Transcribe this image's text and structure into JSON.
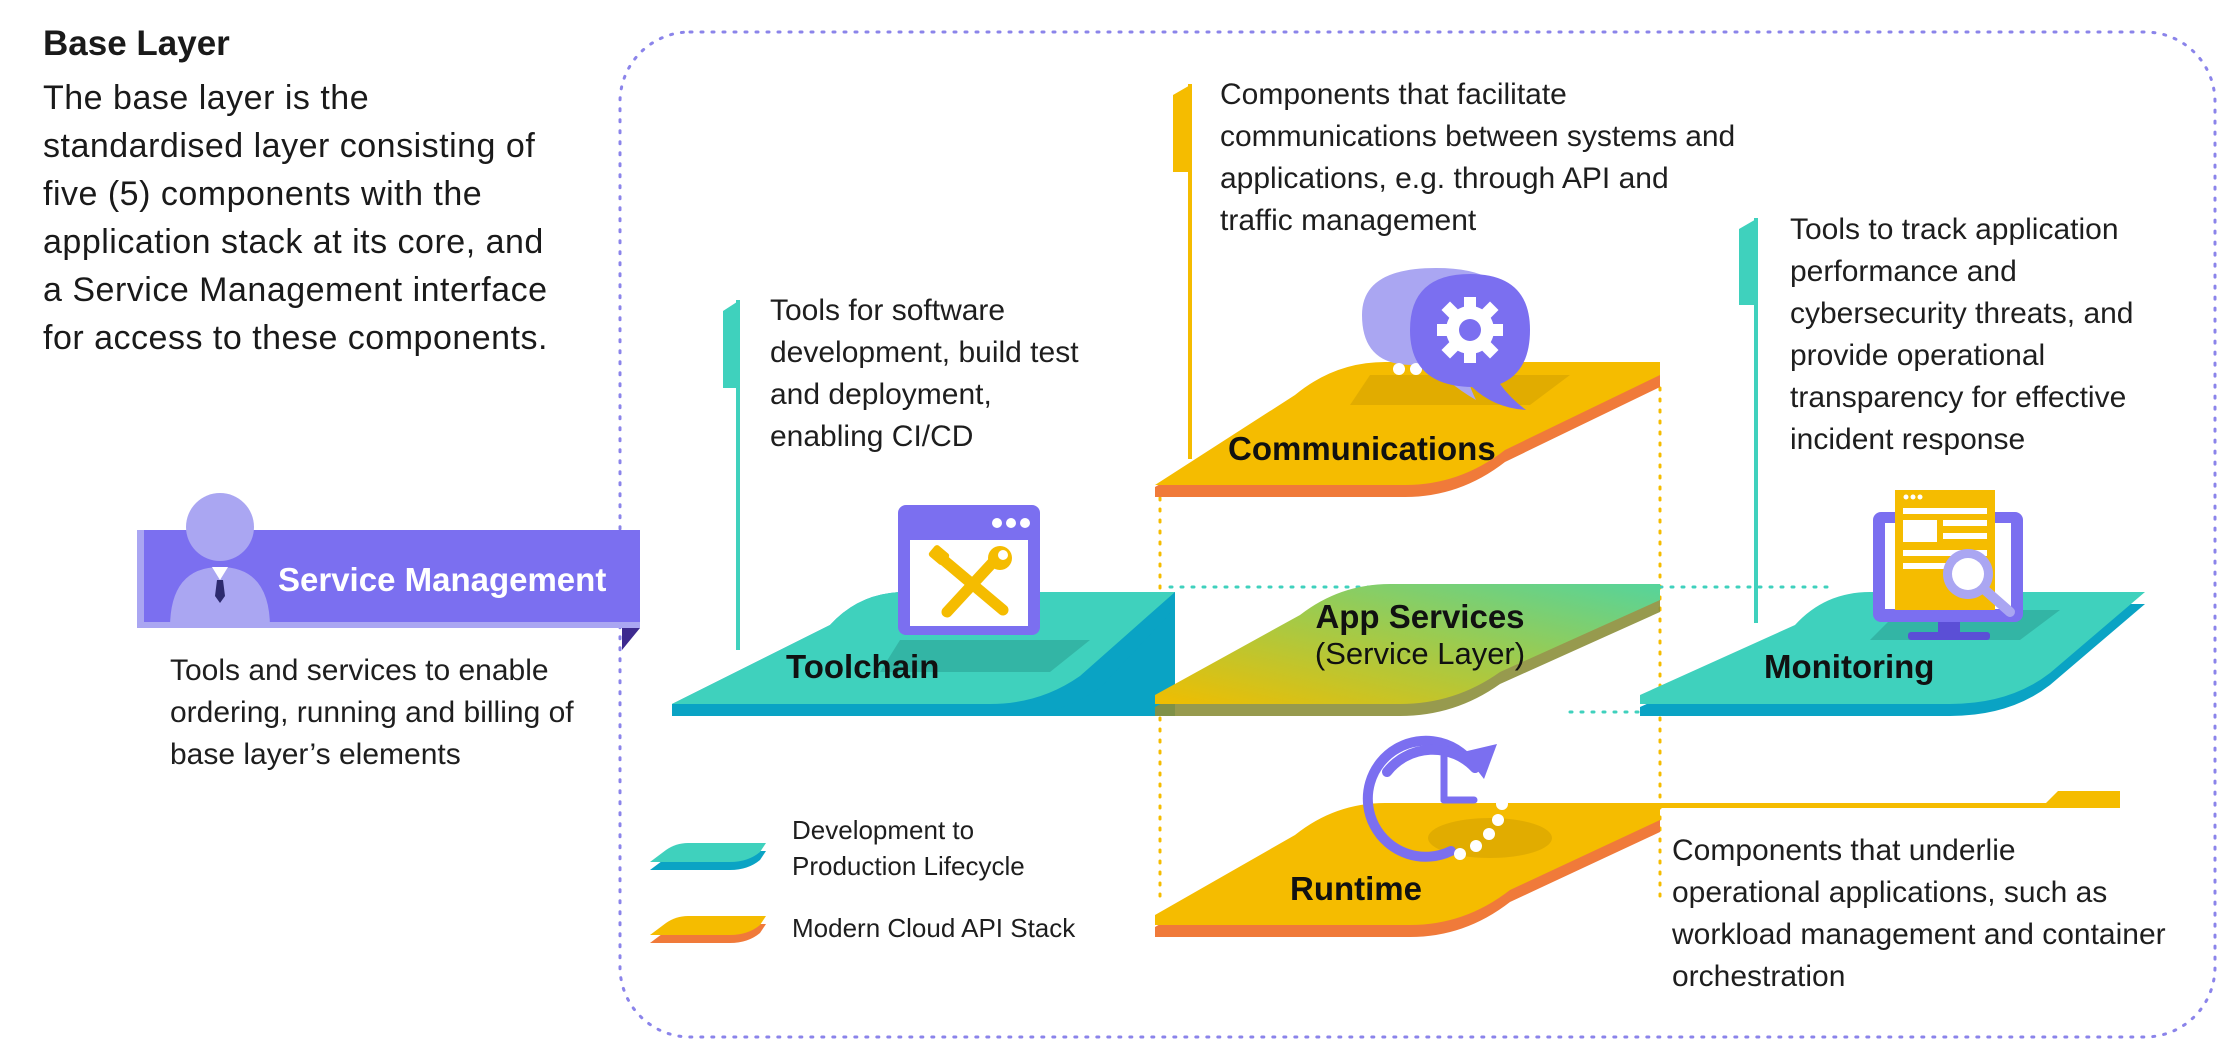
{
  "intro": {
    "title": "Base Layer",
    "body": "The base layer is the standardised layer consisting of five (5) components with the application stack at its core, and a Service Management interface for access to these components."
  },
  "service_management": {
    "label": "Service Management",
    "description": "Tools and services to enable ordering, running and billing of base layer’s elements"
  },
  "components": {
    "toolchain": {
      "label": "Toolchain",
      "description": "Tools for software development, build test and deployment, enabling CI/CD",
      "icon": "tools-window-icon"
    },
    "communications": {
      "label": "Communications",
      "description": "Components that facilitate communications between systems and applications, e.g. through API and traffic management",
      "icon": "chat-gear-icon"
    },
    "app_services": {
      "label": "App Services",
      "sublabel": "(Service Layer)"
    },
    "monitoring": {
      "label": "Monitoring",
      "description": "Tools to track application performance and cybersecurity threats, and provide operational transparency for effective incident response",
      "icon": "monitor-magnifier-icon"
    },
    "runtime": {
      "label": "Runtime",
      "description": "Components that underlie operational applications, such as workload management and container orchestration",
      "icon": "clock-cycle-icon"
    }
  },
  "legend": [
    {
      "label": "Development to Production Lifecycle",
      "color": "#3fd1bd"
    },
    {
      "label": "Modern Cloud API Stack",
      "color": "#f5bc00"
    }
  ],
  "colors": {
    "teal": "#3fd1bd",
    "teal_edge": "#0aa3c4",
    "yellow": "#f5bc00",
    "orange_edge": "#f07a3a",
    "purple": "#7b6ff0",
    "light_purple": "#aaa6f2",
    "dark_purple": "#3d2a8f",
    "green": "#5fd08e"
  }
}
